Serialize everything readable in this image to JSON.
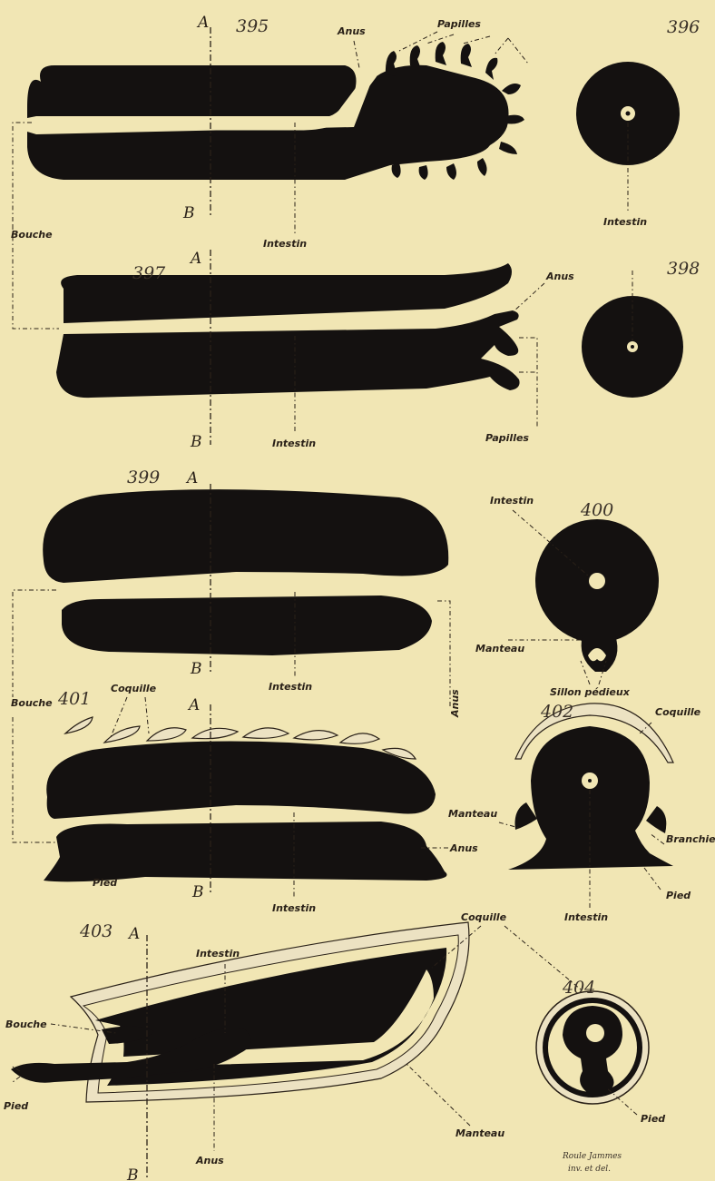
{
  "figures": {
    "f395": "395",
    "f396": "396",
    "f397": "397",
    "f398": "398",
    "f399": "399",
    "f400": "400",
    "f401": "401",
    "f402": "402",
    "f403": "403",
    "f404": "404"
  },
  "axis": {
    "a": "A",
    "b": "B"
  },
  "labels": {
    "anus": "Anus",
    "papilles": "Papilles",
    "bouche": "Bouche",
    "intestin": "Intestin",
    "manteau": "Manteau",
    "sillon_pedieux": "Sillon pédieux",
    "coquille": "Coquille",
    "pied": "Pied",
    "branchie": "Branchie"
  },
  "signature": {
    "line1": "Roule Jammes",
    "line2": "inv. et del."
  },
  "colors": {
    "paper": "#f1e6b4",
    "ink": "#141110",
    "shell": "#ece2c2"
  }
}
